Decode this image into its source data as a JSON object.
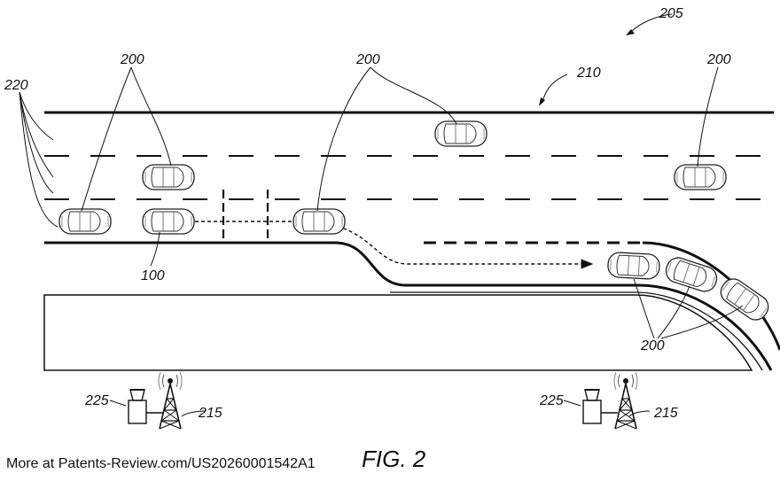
{
  "labels": {
    "system": "205",
    "road": "210",
    "lanes": "220",
    "vehicles": "200",
    "host_vehicle": "100",
    "server": "225",
    "tower": "215"
  },
  "caption": "FIG. 2",
  "footer": "More at Patents-Review.com/US20260001542A1"
}
